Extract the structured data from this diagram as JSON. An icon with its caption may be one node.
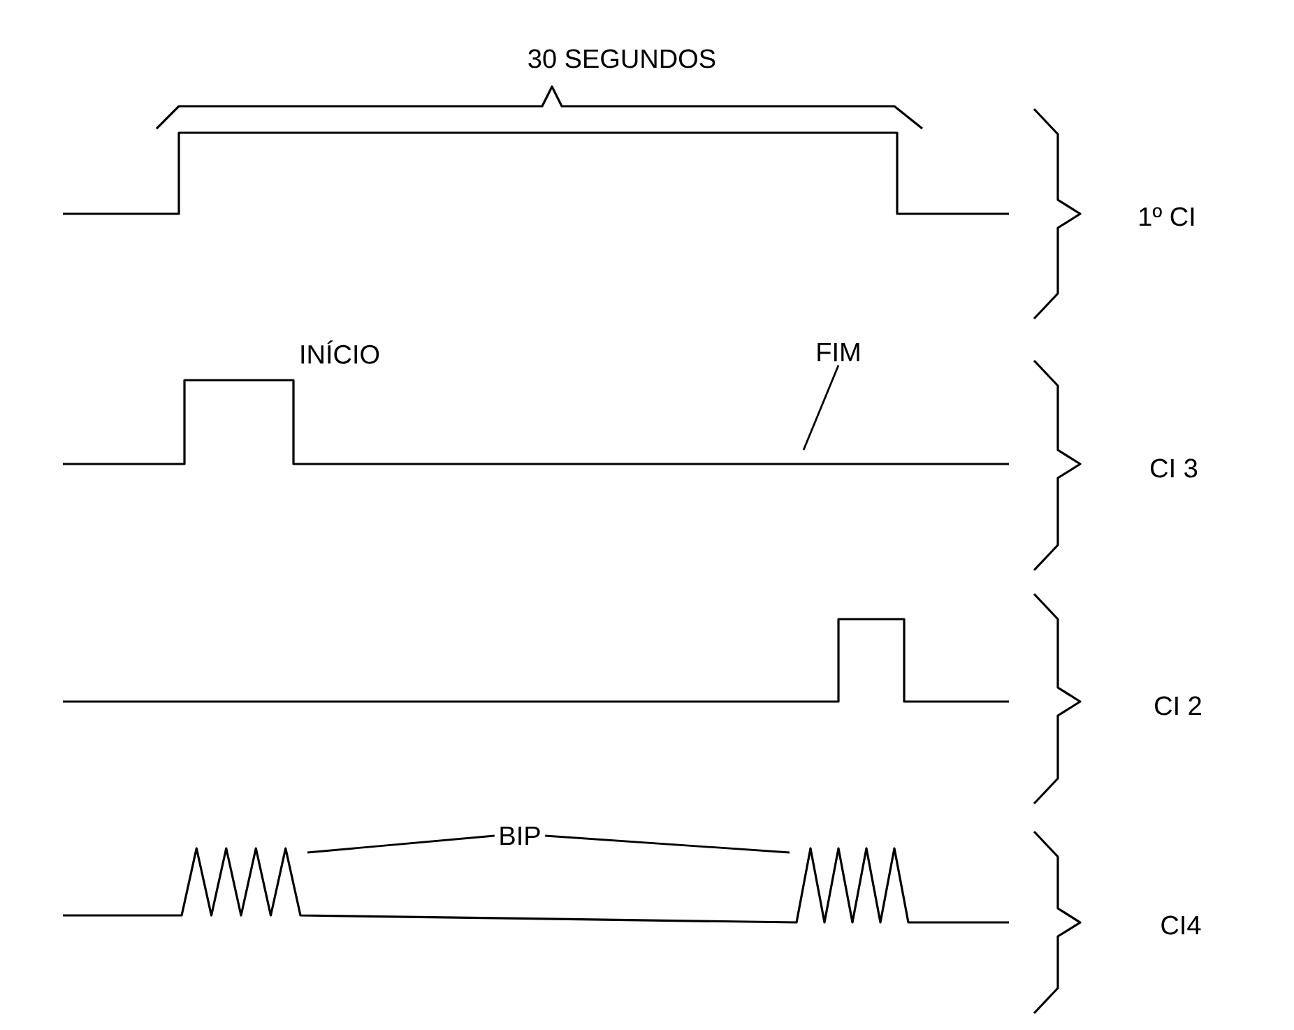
{
  "diagram": {
    "nodes": [
      {
        "text": [
          "BIP"
        ]
      },
      {
        "text": [
          "FIM"
        ]
      }
    ],
    "edges": [
      {
        "from": 0,
        "to": null,
        "arrow": "none"
      },
      {
        "from": 0,
        "to": null,
        "arrow": "none"
      },
      {
        "from": 1,
        "to": null,
        "arrow": "none"
      }
    ],
    "labels": [
      "30 SEGUNDOS",
      "1º CI",
      "INÍCIO",
      "CI 3",
      "CI 2",
      "CI4"
    ]
  }
}
